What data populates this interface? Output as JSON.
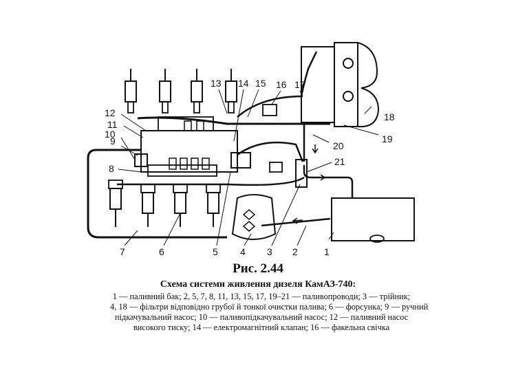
{
  "figure": {
    "title": "Рис. 2.44",
    "subtitle": "Схема системи живлення дизеля КамАЗ-740:",
    "caption_lines": [
      "1 — паливний бак; 2, 5, 7, 8, 11, 13, 15, 17, 19–21 — паливопроводи; 3 — трійник;",
      "4, 18 — фільтри відповідно грубої й тонкої очистки палива; 6 — форсунка; 9 — ручний",
      "підкачувальний насос; 10 — паливопідкачувальний насос; 12 — паливний насос",
      "високого тиску; 14 — електромагнітний клапан; 16 — факельна свічка"
    ]
  },
  "labels": {
    "n1": "1",
    "n2": "2",
    "n3": "3",
    "n4": "4",
    "n5": "5",
    "n6": "6",
    "n7": "7",
    "n8": "8",
    "n9": "9",
    "n10": "10",
    "n11": "11",
    "n12": "12",
    "n13": "13",
    "n14": "14",
    "n15": "15",
    "n16": "16",
    "n17": "17",
    "n18": "18",
    "n19": "19",
    "n20": "20",
    "n21": "21"
  }
}
